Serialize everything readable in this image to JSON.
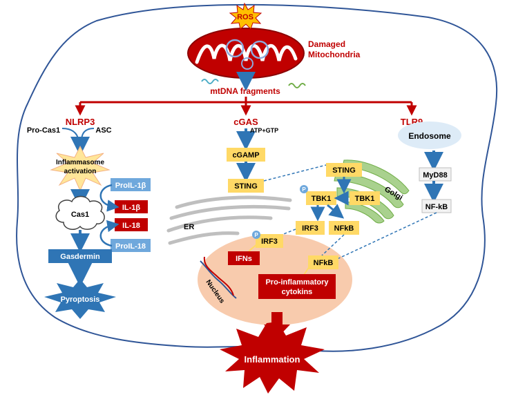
{
  "colors": {
    "dark_red": "#C00000",
    "bright_red": "#D91F26",
    "blue_arrow": "#2F75B5",
    "yellow_box": "#FFD966",
    "blue_box": "#6FA8DC",
    "nucleus": "#F8CBAD",
    "golgi": "#A9D18E",
    "endosome": "#DDEBF7",
    "grey_box": "#F2F2F2",
    "cell_outline": "#2F5597"
  },
  "mito": {
    "ros": "ROS",
    "label_line1": "Damaged",
    "label_line2": "Mitochondria",
    "fragments": "mtDNA fragments"
  },
  "left": {
    "title": "NLRP3",
    "pro_cas1": "Pro-Cas1",
    "asc": "ASC",
    "inflammasome_line1": "Inflammasome",
    "inflammasome_line2": "activation",
    "cas1": "Cas1",
    "pro_il1b": "ProIL-1β",
    "il1b": "IL-1β",
    "il18": "IL-18",
    "pro_il18": "ProIL-18",
    "gasdermin": "Gasdermin",
    "pyroptosis": "Pyroptosis"
  },
  "center": {
    "title": "cGAS",
    "atp": "ATP+GTP",
    "cgamp": "cGAMP",
    "sting": "STING",
    "er": "ER",
    "sting_golgi": "STING",
    "golgi": "Golgi",
    "tbk1_left": "TBK1",
    "tbk1_right": "TBK1",
    "irf3": "IRF3",
    "nfkb": "NFkB",
    "irf3_nucleus": "IRF3",
    "ifns": "IFNs",
    "nfkb_nucleus": "NFkB",
    "nucleus": "Nucleus",
    "cytokines_line1": "Pro-inflammatory",
    "cytokines_line2": "cytokins",
    "phospho": "P",
    "inflammation": "Inflammation"
  },
  "right": {
    "title": "TLR9",
    "endosome": "Endosome",
    "myd88": "MyD88",
    "nfkb": "NF-kB"
  }
}
